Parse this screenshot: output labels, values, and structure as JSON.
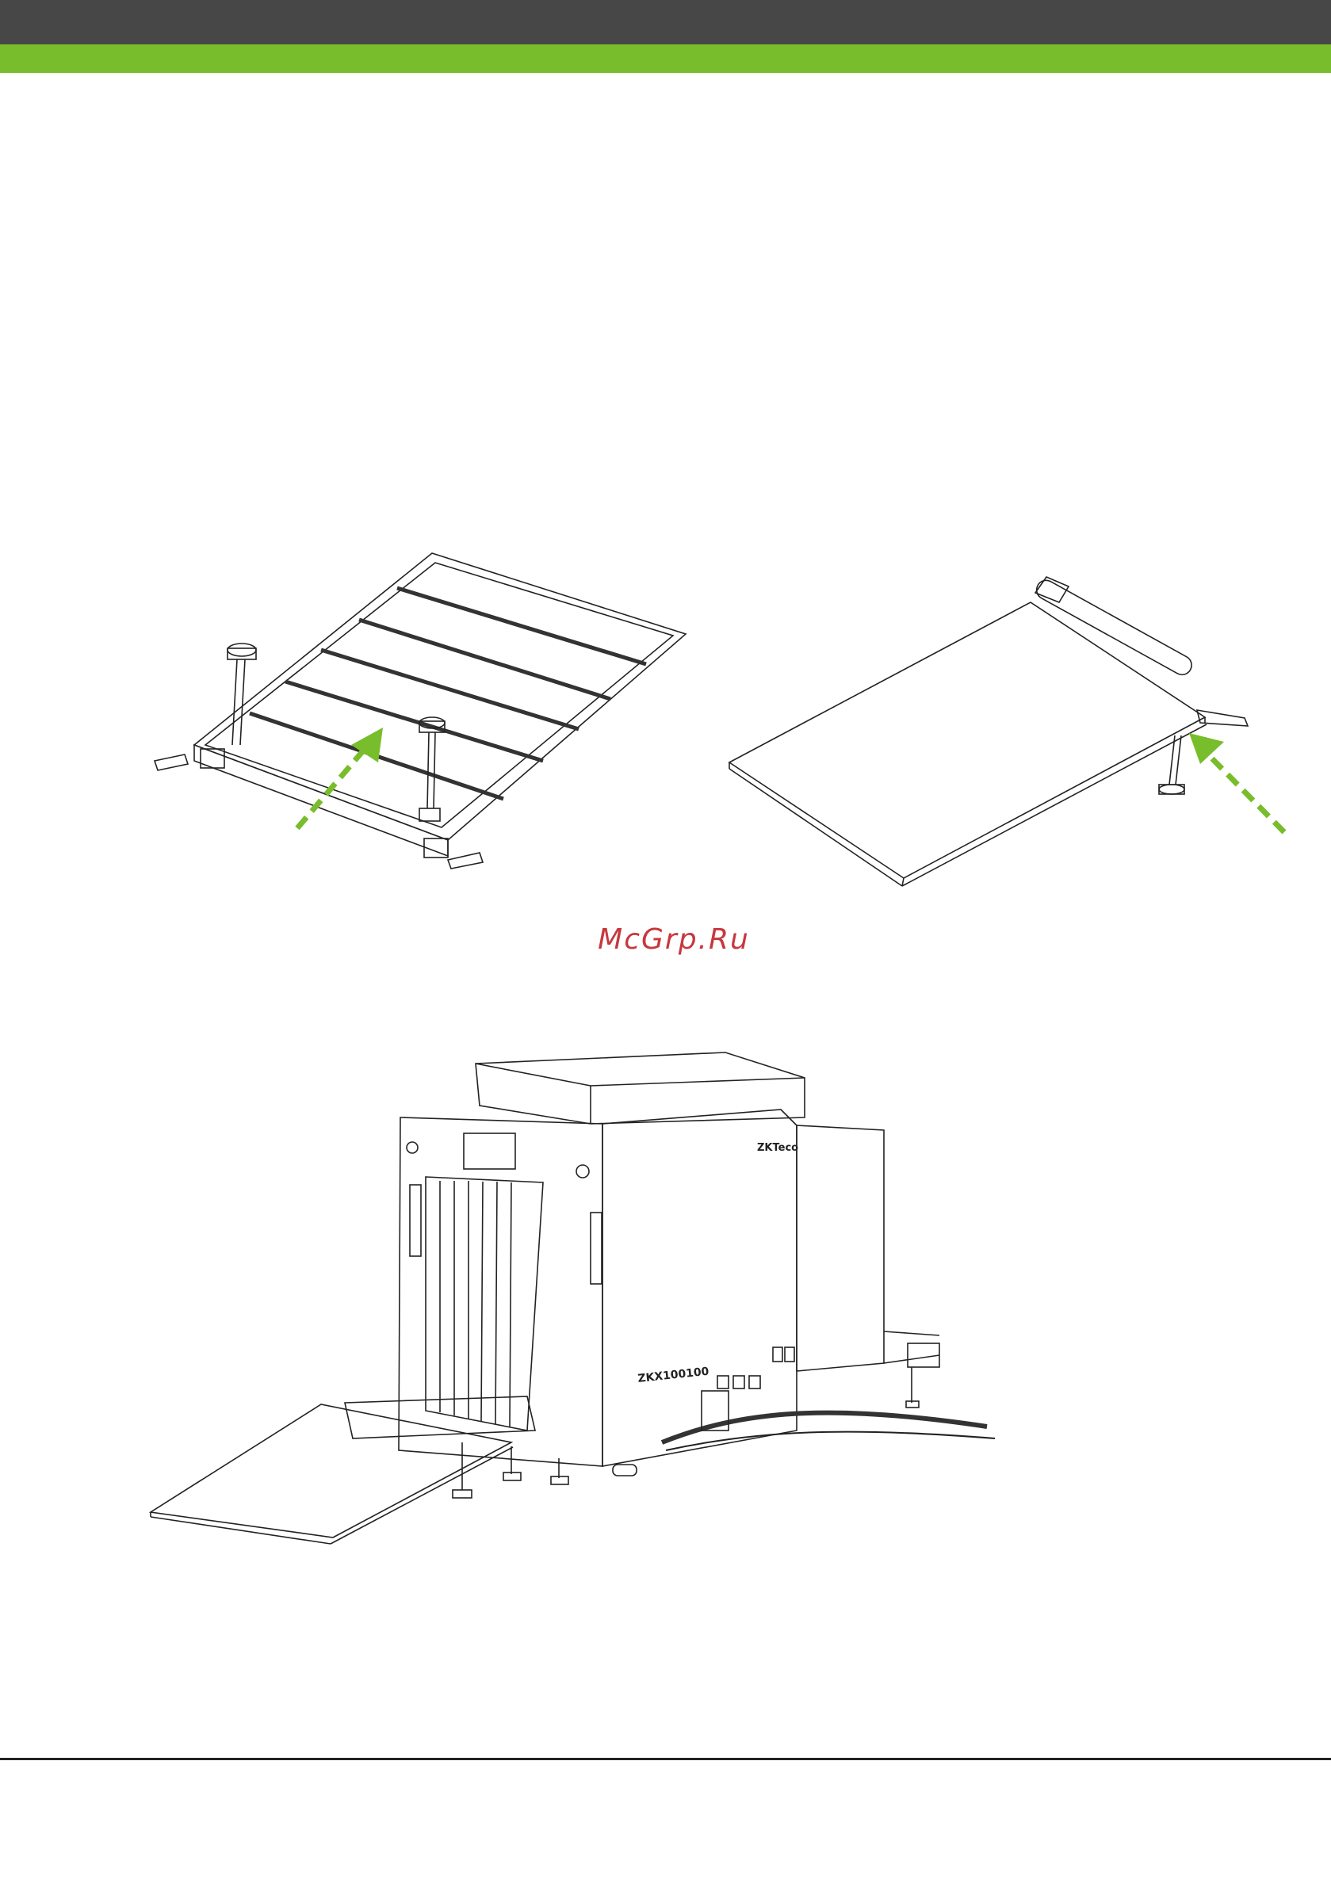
{
  "header": {
    "dark_color": "#474747",
    "accent_color": "#78bd2b"
  },
  "watermark": {
    "text": "McGrp.Ru",
    "color": "#c8373d"
  },
  "figures": [
    {
      "id": "roller-frame",
      "arrow_color": "#78bd2b"
    },
    {
      "id": "entry-ramp",
      "arrow_color": "#78bd2b"
    },
    {
      "id": "xray-machine",
      "label": "ZKX100100",
      "brand": "ZKTeco"
    }
  ]
}
